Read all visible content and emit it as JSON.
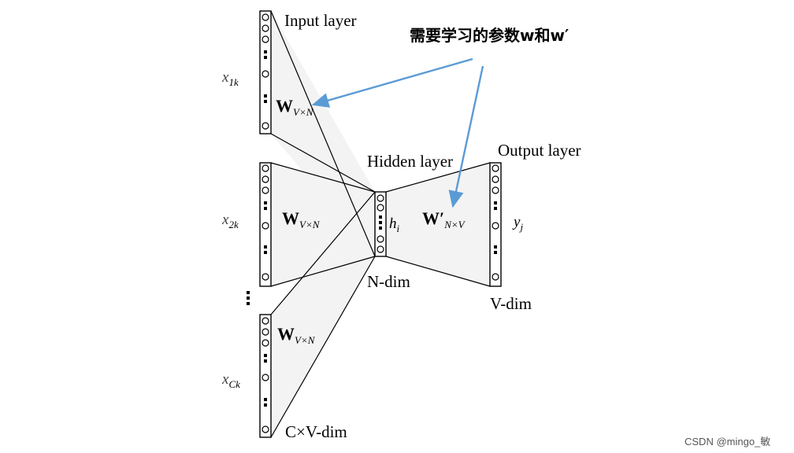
{
  "annotation": {
    "text": "需要学习的参数w和w′",
    "color": "#5b9bd5"
  },
  "labels": {
    "input_layer": "Input layer",
    "hidden_layer": "Hidden layer",
    "output_layer": "Output layer",
    "n_dim": "N-dim",
    "v_dim": "V-dim",
    "cv_dim": "C×V-dim"
  },
  "inputs": [
    {
      "x": "x",
      "sub": "1k"
    },
    {
      "x": "x",
      "sub": "2k"
    },
    {
      "x": "x",
      "sub": "Ck"
    }
  ],
  "weights": {
    "w": "W",
    "w_sub": "V×N",
    "w_prime": "W′",
    "w_prime_sub": "N×V"
  },
  "hidden": {
    "h": "h",
    "sub": "i"
  },
  "output": {
    "y": "y",
    "sub": "j"
  },
  "watermark": "CSDN @mingo_敏"
}
